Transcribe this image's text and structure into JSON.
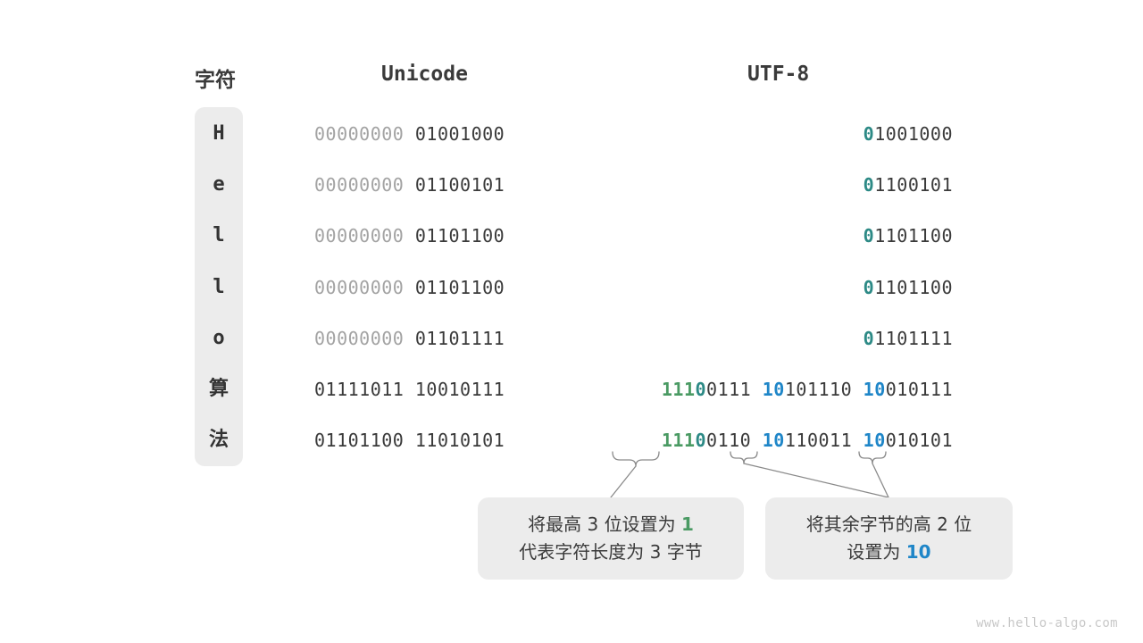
{
  "headers": {
    "char": "字符",
    "unicode": "Unicode",
    "utf8": "UTF-8"
  },
  "colors": {
    "green": "#4a9a63",
    "teal": "#2d8a86",
    "blue": "#1f86c8",
    "dark": "#3a3a3a",
    "dim": "#a3a3a3",
    "pill_bg": "#ececec",
    "callout_bg": "#ececec",
    "watermark": "#c8c8c8"
  },
  "rows": [
    {
      "char": "H",
      "unicode_high": "00000000",
      "unicode_low": "01001000",
      "utf8_parts": [
        {
          "text": "0",
          "color": "teal"
        },
        {
          "text": "1001000",
          "color": "dark"
        }
      ]
    },
    {
      "char": "e",
      "unicode_high": "00000000",
      "unicode_low": "01100101",
      "utf8_parts": [
        {
          "text": "0",
          "color": "teal"
        },
        {
          "text": "1100101",
          "color": "dark"
        }
      ]
    },
    {
      "char": "l",
      "unicode_high": "00000000",
      "unicode_low": "01101100",
      "utf8_parts": [
        {
          "text": "0",
          "color": "teal"
        },
        {
          "text": "1101100",
          "color": "dark"
        }
      ]
    },
    {
      "char": "l",
      "unicode_high": "00000000",
      "unicode_low": "01101100",
      "utf8_parts": [
        {
          "text": "0",
          "color": "teal"
        },
        {
          "text": "1101100",
          "color": "dark"
        }
      ]
    },
    {
      "char": "o",
      "unicode_high": "00000000",
      "unicode_low": "01101111",
      "utf8_parts": [
        {
          "text": "0",
          "color": "teal"
        },
        {
          "text": "1101111",
          "color": "dark"
        }
      ]
    },
    {
      "char": "算",
      "unicode_high": "01111011",
      "unicode_low": "10010111",
      "unicode_high_dim": false,
      "utf8_parts": [
        {
          "text": "111",
          "color": "green"
        },
        {
          "text": "0",
          "color": "teal"
        },
        {
          "text": "0111 ",
          "color": "dark"
        },
        {
          "text": "10",
          "color": "blue"
        },
        {
          "text": "101110 ",
          "color": "dark"
        },
        {
          "text": "10",
          "color": "blue"
        },
        {
          "text": "010111",
          "color": "dark"
        }
      ]
    },
    {
      "char": "法",
      "unicode_high": "01101100",
      "unicode_low": "11010101",
      "unicode_high_dim": false,
      "utf8_parts": [
        {
          "text": "111",
          "color": "green"
        },
        {
          "text": "0",
          "color": "teal"
        },
        {
          "text": "0110 ",
          "color": "dark"
        },
        {
          "text": "10",
          "color": "blue"
        },
        {
          "text": "110011 ",
          "color": "dark"
        },
        {
          "text": "10",
          "color": "blue"
        },
        {
          "text": "010101",
          "color": "dark"
        }
      ]
    }
  ],
  "callouts": [
    {
      "lines": [
        [
          {
            "text": "将最高 3 位设置为 ",
            "color": "dark"
          },
          {
            "text": "1",
            "color": "green"
          }
        ],
        [
          {
            "text": "代表字符长度为 3 字节",
            "color": "dark"
          }
        ]
      ]
    },
    {
      "lines": [
        [
          {
            "text": "将其余字节的高 2 位",
            "color": "dark"
          }
        ],
        [
          {
            "text": "设置为 ",
            "color": "dark"
          },
          {
            "text": "10",
            "color": "blue"
          }
        ]
      ]
    }
  ],
  "watermark": "www.hello-algo.com"
}
